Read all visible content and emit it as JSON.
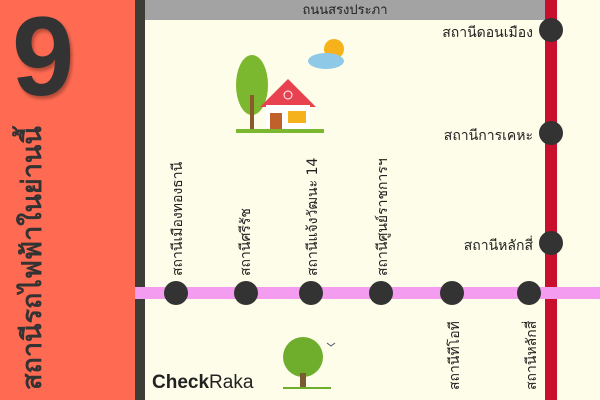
{
  "badge_number": "9",
  "title": "สถานีรถไฟฟ้าในย่านนี้",
  "road": "ถนนสรงประภา",
  "pink_line_stations": [
    {
      "label": "สถานีเมืองทองธานี"
    },
    {
      "label": "สถานีศรีรัช"
    },
    {
      "label": "สถานีแจ้งวัฒนะ 14"
    },
    {
      "label": "สถานีศูนย์ราชการฯ"
    },
    {
      "label": "สถานีทีโอที"
    },
    {
      "label": "สถานีหลักสี่"
    }
  ],
  "red_line_stations": [
    {
      "label": "สถานีดอนเมือง"
    },
    {
      "label": "สถานีการเคหะ"
    },
    {
      "label": "สถานีหลักสี่"
    }
  ],
  "brand": {
    "name_part1": "Check",
    "name_part2": "Raka"
  },
  "colors": {
    "panel": "#ff6b52",
    "red_line": "#c8102e",
    "pink_line": "#f49cf0",
    "background": "#fdfde9"
  }
}
